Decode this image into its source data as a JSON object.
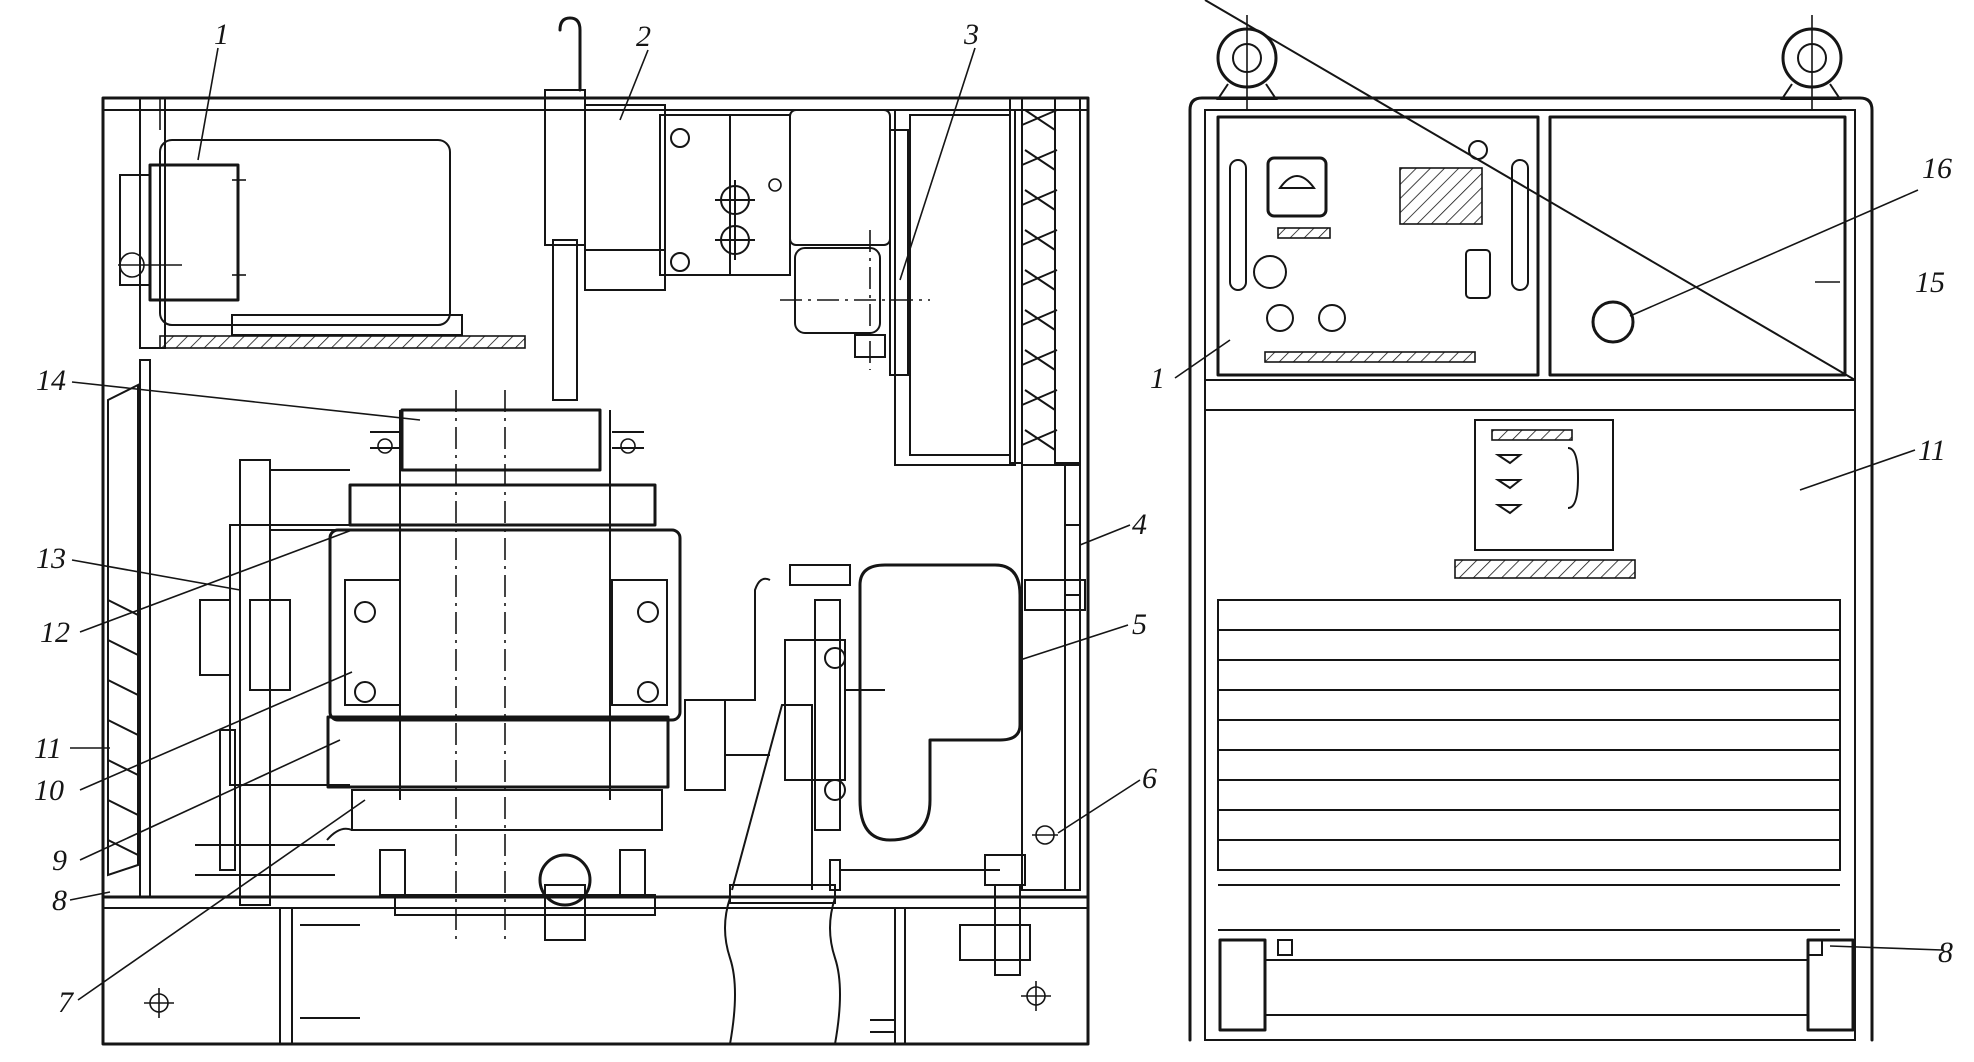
{
  "callouts": [
    {
      "id": "left-1",
      "text": "1"
    },
    {
      "id": "left-2",
      "text": "2"
    },
    {
      "id": "left-3",
      "text": "3"
    },
    {
      "id": "left-4",
      "text": "4"
    },
    {
      "id": "left-5",
      "text": "5"
    },
    {
      "id": "left-6",
      "text": "6"
    },
    {
      "id": "left-7",
      "text": "7"
    },
    {
      "id": "left-8",
      "text": "8"
    },
    {
      "id": "left-9",
      "text": "9"
    },
    {
      "id": "left-10",
      "text": "10"
    },
    {
      "id": "left-11",
      "text": "11"
    },
    {
      "id": "left-12",
      "text": "12"
    },
    {
      "id": "left-13",
      "text": "13"
    },
    {
      "id": "left-14",
      "text": "14"
    },
    {
      "id": "right-1",
      "text": "1"
    },
    {
      "id": "right-8",
      "text": "8"
    },
    {
      "id": "right-11",
      "text": "11"
    },
    {
      "id": "right-15",
      "text": "15"
    },
    {
      "id": "right-16",
      "text": "16"
    }
  ]
}
